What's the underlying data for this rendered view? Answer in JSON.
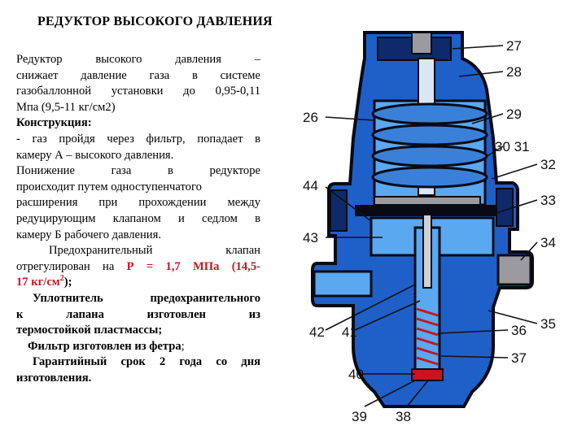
{
  "title": "РЕДУКТОР ВЫСОКОГО ДАВЛЕНИЯ",
  "lines": {
    "l1": "Редуктор высокого давления –",
    "l2": "снижает давление газа в системе",
    "l3": "газобаллонной установки до 0,95-0,11",
    "l4": "Мпа (9,5-11 кг/см2)",
    "l5": "Конструкция:",
    "l6": "- газ пройдя через фильтр, попадает в",
    "l7": "камеру А – высокого давления.",
    "l8": "Понижение газа в редукторе",
    "l9": "происходит путем одноступенчатого",
    "l10": "расширения при прохождении между",
    "l11": "редуцирующим клапаном и седлом в",
    "l12": "камеру Б рабочего давления.",
    "l13": "Предохранительный клапан",
    "l14a": "отрегулирован на ",
    "l14b": "Р = 1,7 МПа (14,5-",
    "l15a": "17 кг/см",
    "l15sup": "2",
    "l15b": ");",
    "l16": "Уплотнитель предохранительного",
    "l17": "к лапана изготовлен из",
    "l18": "термостойкой пластмассы;",
    "l19a": "Фильтр изготовлен из фетра",
    "l19b": ";",
    "l20": "Гарантийный срок 2 года со дня",
    "l21": "изготовления."
  },
  "diagram_labels": {
    "n27": "27",
    "n28": "28",
    "n26": "26",
    "n29": "29",
    "n3031": "30 31",
    "n32": "32",
    "n44": "44",
    "n33": "33",
    "n43": "43",
    "n34": "34",
    "n35": "35",
    "n42": "42",
    "n41": "41",
    "n36": "36",
    "n37": "37",
    "n40": "40",
    "n39": "39",
    "n38": "38"
  },
  "colors": {
    "body_blue": "#1f5fc8",
    "dark": "#0a0a14",
    "light_blue": "#5aa8f0",
    "red": "#c8141e",
    "grey": "#9a9aa0"
  }
}
